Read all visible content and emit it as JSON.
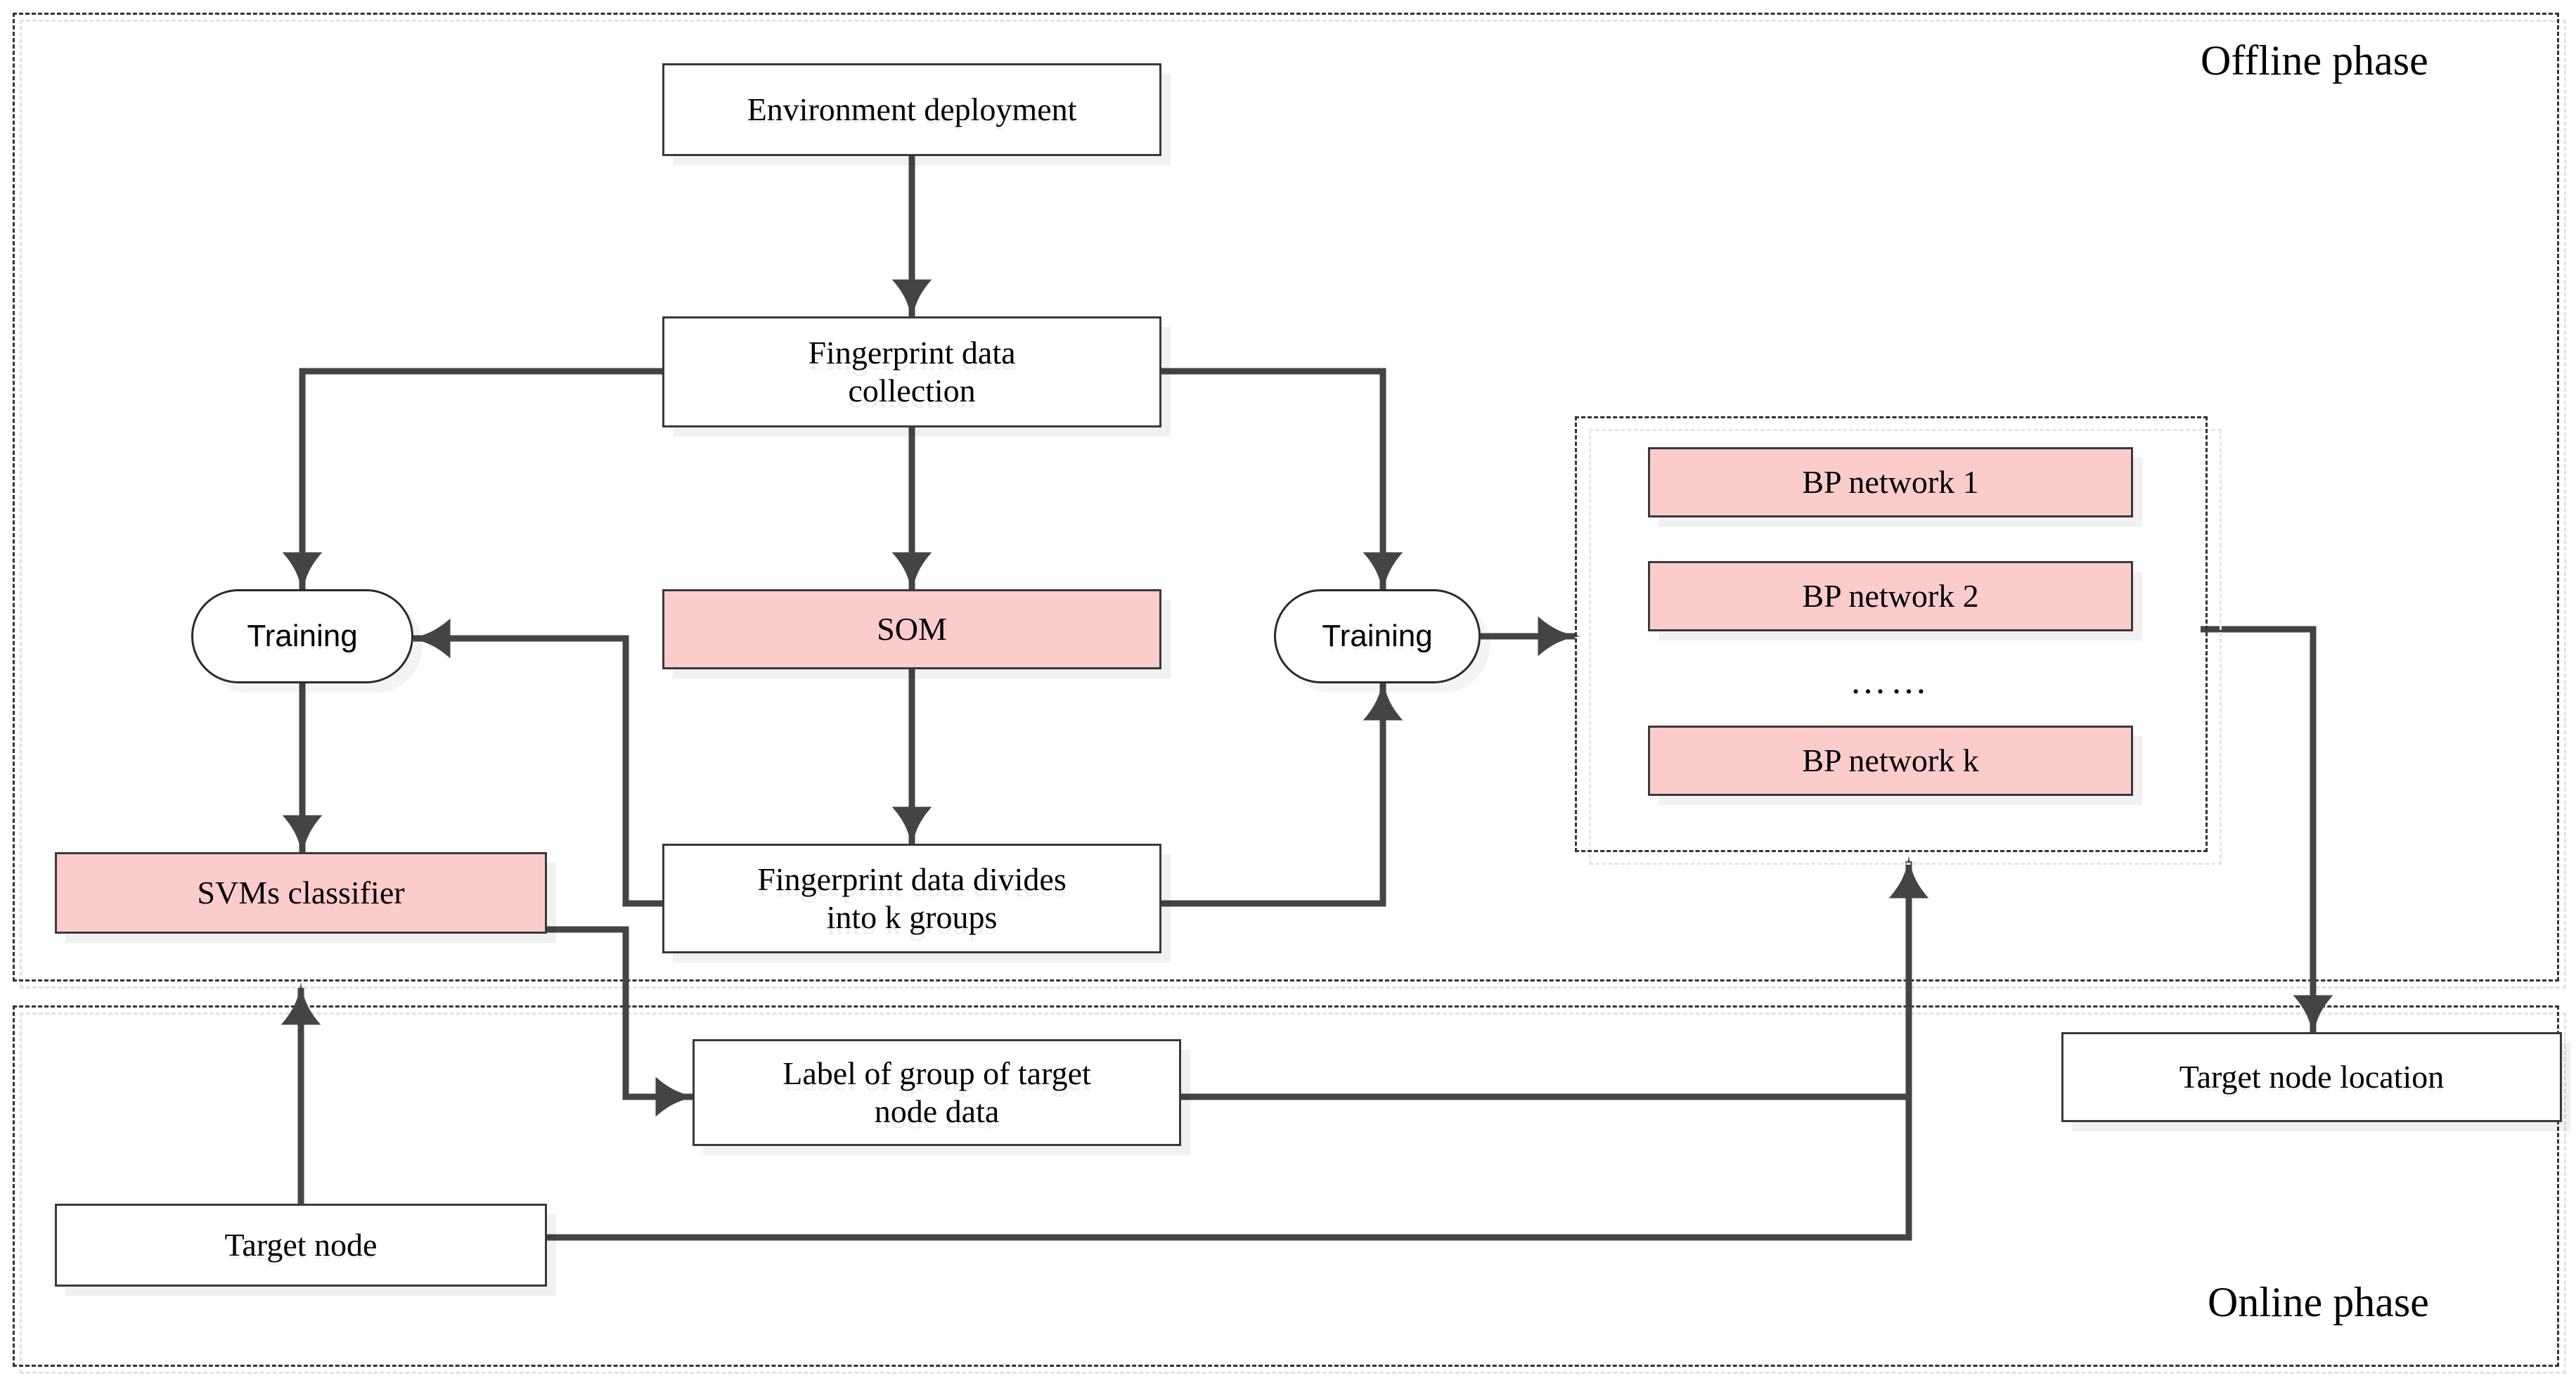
{
  "diagram": {
    "title": "Offline / Online phase localization flowchart",
    "colors": {
      "pink_fill": "#fccccc",
      "stroke": "#3a3a3a",
      "dashed_frame": "#333333",
      "shadow": "#e8e8e8",
      "background": "#ffffff"
    }
  },
  "phases": {
    "offline": {
      "label": "Offline phase"
    },
    "online": {
      "label": "Online phase"
    }
  },
  "nodes": {
    "environment_deployment": {
      "label": "Environment  deployment",
      "shape": "rect",
      "fill": "white"
    },
    "fingerprint_collection": {
      "label": "Fingerprint data\ncollection",
      "shape": "rect",
      "fill": "white"
    },
    "training_left": {
      "label": "Training",
      "shape": "stadium",
      "fill": "white"
    },
    "training_right": {
      "label": "Training",
      "shape": "stadium",
      "fill": "white"
    },
    "som": {
      "label": "SOM",
      "shape": "rect",
      "fill": "pink"
    },
    "svms_classifier": {
      "label": "SVMs classifier",
      "shape": "rect",
      "fill": "pink"
    },
    "fingerprint_divides": {
      "label": "Fingerprint data divides\ninto k groups",
      "shape": "rect",
      "fill": "white"
    },
    "label_of_group": {
      "label": "Label of group of  target\nnode data",
      "shape": "rect",
      "fill": "white"
    },
    "target_node": {
      "label": "Target node",
      "shape": "rect",
      "fill": "white"
    },
    "target_node_location": {
      "label": "Target node location",
      "shape": "rect",
      "fill": "white"
    }
  },
  "bp_group": {
    "ellipsis": "……",
    "networks": [
      {
        "label": "BP network 1"
      },
      {
        "label": "BP network 2"
      },
      {
        "label": "BP network k"
      }
    ]
  },
  "edges": [
    {
      "from": "environment_deployment",
      "to": "fingerprint_collection"
    },
    {
      "from": "fingerprint_collection",
      "to": "training_left"
    },
    {
      "from": "fingerprint_collection",
      "to": "som"
    },
    {
      "from": "fingerprint_collection",
      "to": "training_right"
    },
    {
      "from": "som",
      "to": "fingerprint_divides"
    },
    {
      "from": "fingerprint_divides",
      "to": "training_left"
    },
    {
      "from": "fingerprint_divides",
      "to": "training_right"
    },
    {
      "from": "training_left",
      "to": "svms_classifier"
    },
    {
      "from": "training_right",
      "to": "bp_group"
    },
    {
      "from": "svms_classifier",
      "to": "label_of_group"
    },
    {
      "from": "target_node",
      "to": "svms_classifier"
    },
    {
      "from": "target_node",
      "to": "bp_group"
    },
    {
      "from": "label_of_group",
      "to": "bp_group"
    },
    {
      "from": "bp_group",
      "to": "target_node_location"
    }
  ]
}
